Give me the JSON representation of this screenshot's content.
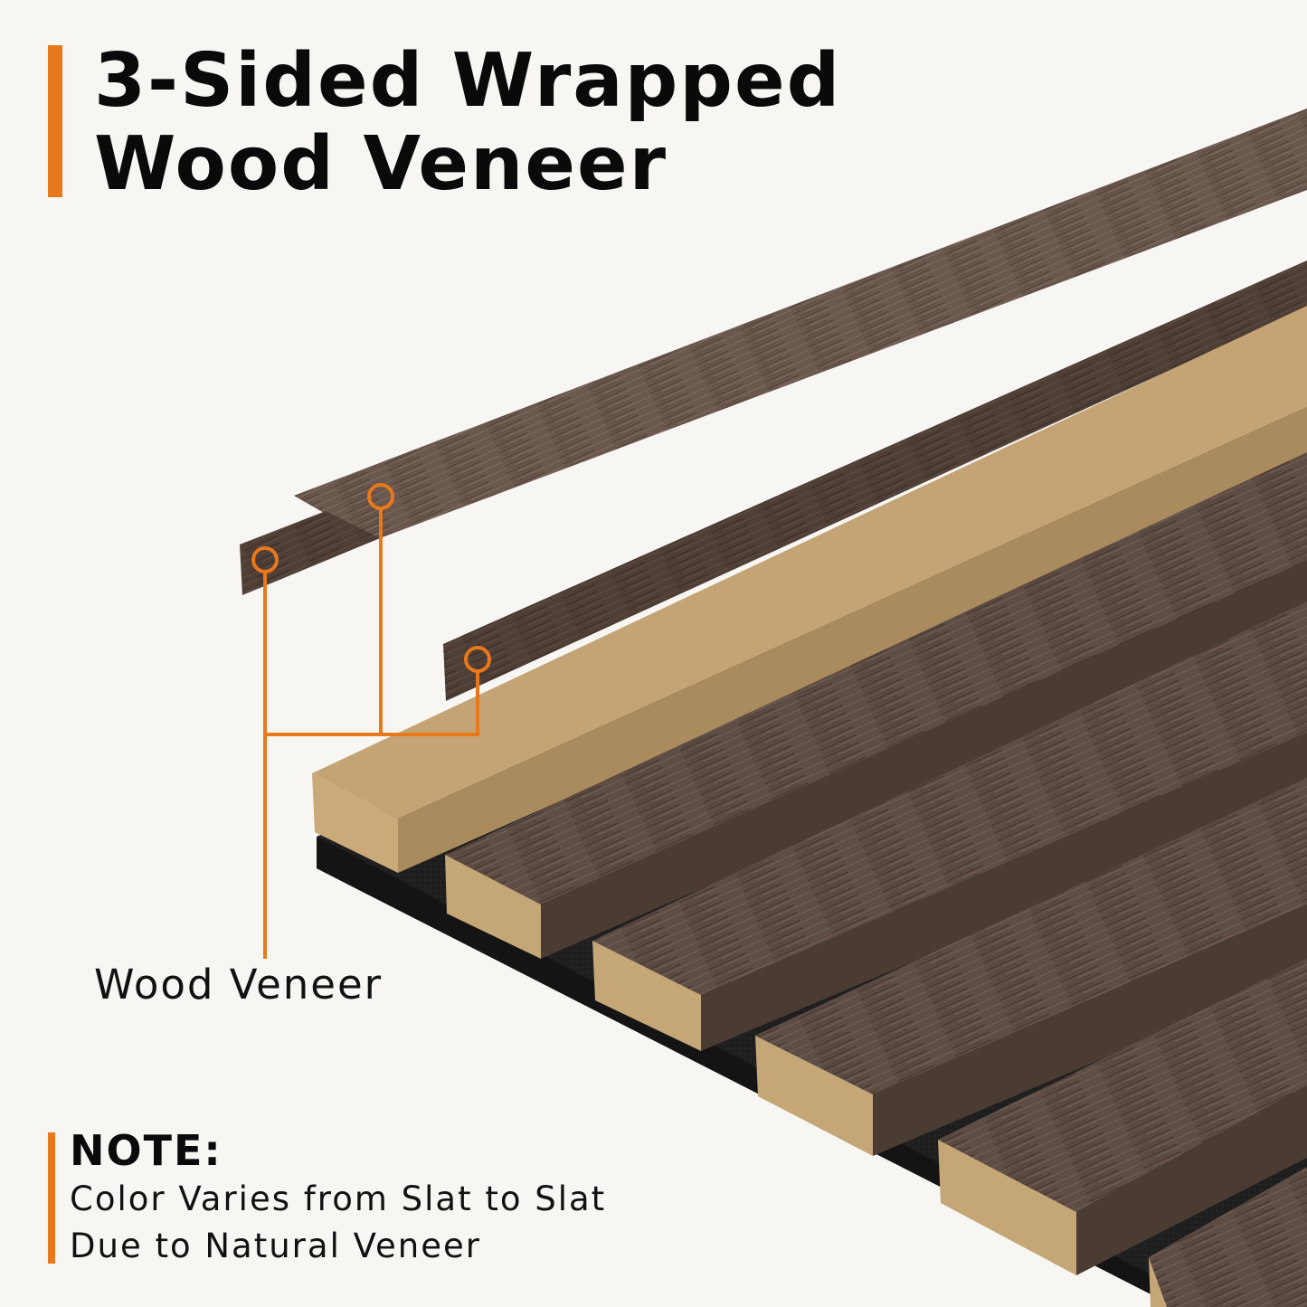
{
  "title": {
    "line1": "3-Sided Wrapped",
    "line2": "Wood Veneer"
  },
  "callout": {
    "label": "Wood Veneer",
    "marker_count": 3
  },
  "note": {
    "heading": "NOTE:",
    "line1": "Color Varies from Slat to Slat",
    "line2": "Due to Natural Veneer"
  },
  "colors": {
    "background": "#f8f6f2",
    "accent": "#e8781c",
    "veneer_light": "#6e5a50",
    "veneer_dark": "#4a3a33",
    "mdf_core": "#c8a878",
    "felt_backing": "#1e1e1e",
    "text": "#0a0a0a"
  },
  "illustration": {
    "description": "Exploded view of acoustic wood slat panel: veneer strips wrapping an MDF core, slats mounted on black felt backing",
    "parts": [
      "top-veneer-strip",
      "side-veneer-strip",
      "bottom-side-veneer-strip",
      "mdf-core-slat",
      "veneered-slats",
      "felt-backing"
    ]
  }
}
